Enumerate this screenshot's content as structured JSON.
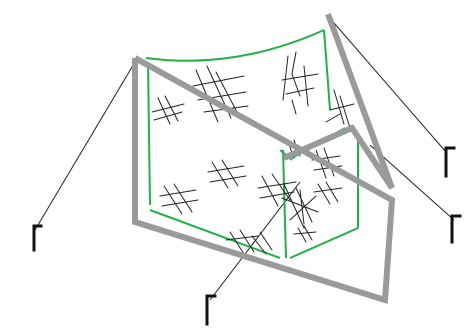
{
  "figure": {
    "kind": "line-drawing",
    "background_color": "#ffffff",
    "colors": {
      "frame": "#9a9a9a",
      "net": "#22b04a",
      "strands": "#222222",
      "guy_lines": "#222222",
      "stakes": "#111111"
    },
    "components": [
      {
        "name": "left-frame",
        "icon": "rigid-frame"
      },
      {
        "name": "right-frame",
        "icon": "rigid-frame"
      },
      {
        "name": "netting",
        "icon": "net-panel"
      },
      {
        "name": "tangled-strands",
        "icon": "fibre-clusters"
      },
      {
        "name": "guy-lines",
        "icon": "tension-line",
        "count": 4
      },
      {
        "name": "ground-stakes",
        "icon": "stake",
        "count": 4
      }
    ]
  }
}
